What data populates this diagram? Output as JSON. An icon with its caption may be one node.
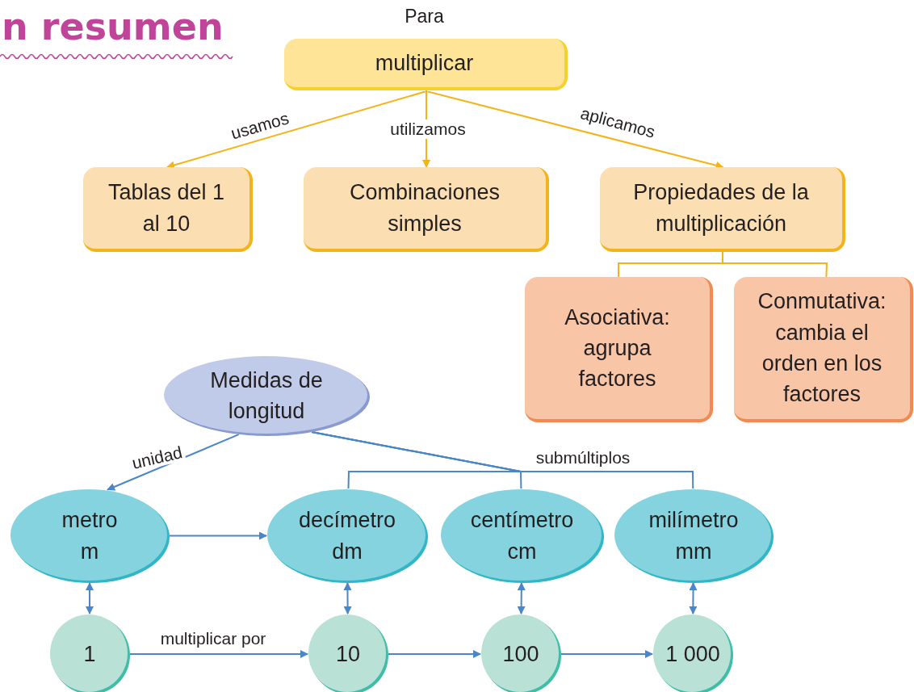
{
  "diagram": {
    "title": "n resumen",
    "nodes": [
      {
        "text": [
          "Para",
          "multiplicar"
        ]
      },
      {
        "text": [
          "Tablas del 1 al 10"
        ]
      },
      {
        "text": [
          "Combinaciones simples"
        ]
      },
      {
        "text": [
          "Propiedades de la multiplicación"
        ]
      },
      {
        "text": [
          "Asociativa: agrupa factores"
        ]
      },
      {
        "text": [
          "Conmutativa: cambia el orden en los factores"
        ]
      },
      {
        "text": [
          "Medidas de longitud"
        ]
      },
      {
        "text": [
          "metro m"
        ]
      },
      {
        "text": [
          "decímetro dm"
        ]
      },
      {
        "text": [
          "centímetro cm"
        ]
      },
      {
        "text": [
          "milímetro mm"
        ]
      },
      {
        "text": [
          "1"
        ]
      },
      {
        "text": [
          "10"
        ]
      },
      {
        "text": [
          "100"
        ]
      },
      {
        "text": [
          "1 000"
        ]
      }
    ],
    "edges": [
      {
        "from": 0,
        "to": 1,
        "arrow": "to",
        "label": "usamos",
        "color": "#f5b31a"
      },
      {
        "from": 0,
        "to": 2,
        "arrow": "to",
        "label": "utilizamos",
        "color": "#f5b31a"
      },
      {
        "from": 0,
        "to": 3,
        "arrow": "to",
        "label": "aplicamos",
        "color": "#f5b31a"
      },
      {
        "from": 3,
        "to": 4,
        "arrow": "none",
        "color": "#f5b31a"
      },
      {
        "from": 3,
        "to": 5,
        "arrow": "none",
        "color": "#f5b31a"
      },
      {
        "from": 6,
        "to": 7,
        "arrow": "to",
        "label": "unidad"
      },
      {
        "from": 6,
        "to": 8,
        "arrow": "none"
      },
      {
        "from": 6,
        "to": 9,
        "arrow": "none",
        "label": "submúltiplos"
      },
      {
        "from": 6,
        "to": 10,
        "arrow": "none"
      },
      {
        "from": 7,
        "to": 8,
        "arrow": "to"
      },
      {
        "from": 7,
        "to": 11,
        "arrow": "both"
      },
      {
        "from": 8,
        "to": 12,
        "arrow": "both"
      },
      {
        "from": 9,
        "to": 13,
        "arrow": "both"
      },
      {
        "from": 10,
        "to": 14,
        "arrow": "both"
      },
      {
        "from": 11,
        "to": 12,
        "arrow": "to",
        "label": "multiplicar por"
      },
      {
        "from": 12,
        "to": 13,
        "arrow": "to"
      },
      {
        "from": 13,
        "to": 14,
        "arrow": "to"
      }
    ]
  }
}
